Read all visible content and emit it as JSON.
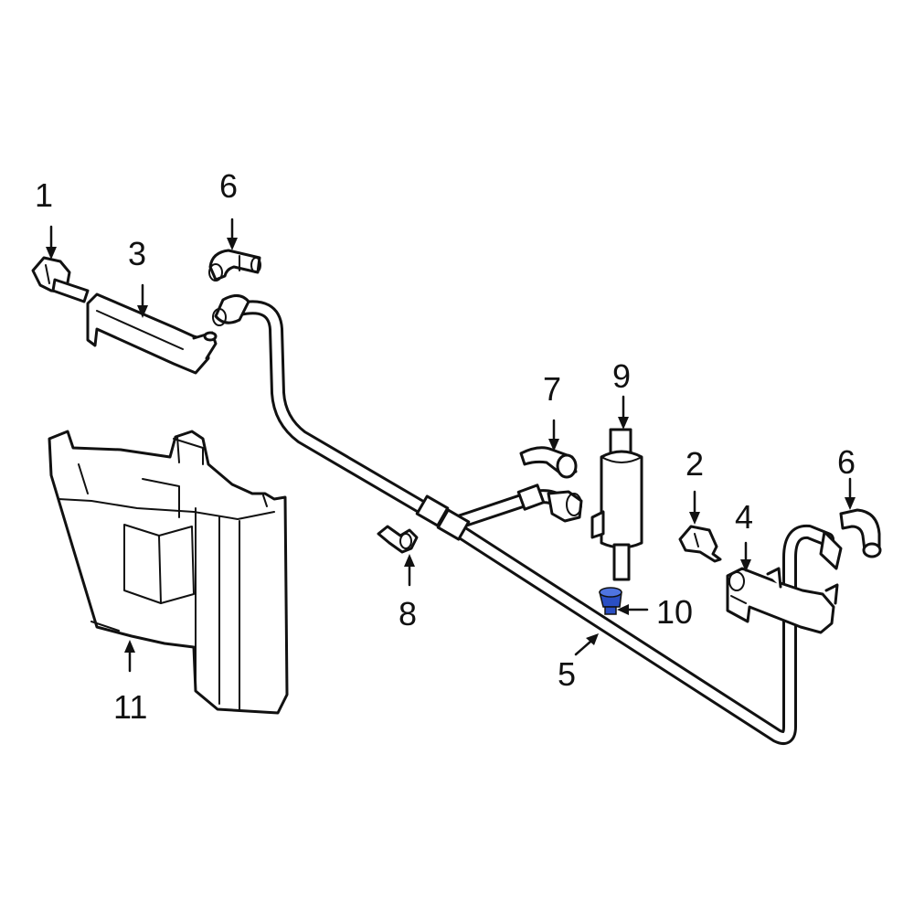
{
  "diagram": {
    "highlight_color": "#2a4fc4",
    "line_color": "#111111",
    "callouts": {
      "c1": "1",
      "c2": "2",
      "c3": "3",
      "c4": "4",
      "c5": "5",
      "c6a": "6",
      "c6b": "6",
      "c7": "7",
      "c8": "8",
      "c9": "9",
      "c10": "10",
      "c11": "11"
    }
  }
}
